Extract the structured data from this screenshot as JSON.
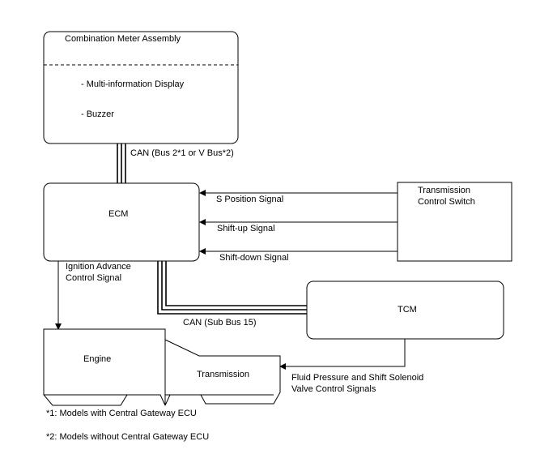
{
  "meter": {
    "title": "Combination Meter Assembly",
    "item1": "- Multi-information Display",
    "item2": "- Buzzer"
  },
  "can_main_label": "CAN (Bus 2*1 or V Bus*2)",
  "ecm_label": "ECM",
  "tcs": {
    "line1": "Transmission",
    "line2": "Control Switch"
  },
  "signals": {
    "s_position": "S Position Signal",
    "shift_up": "Shift-up Signal",
    "shift_down": "Shift-down Signal",
    "ignition_line1": "Ignition Advance",
    "ignition_line2": "Control Signal",
    "fluid_line1": "Fluid Pressure and Shift Solenoid",
    "fluid_line2": "Valve Control Signals"
  },
  "tcm_label": "TCM",
  "can_sub_label": "CAN (Sub Bus 15)",
  "engine_label": "Engine",
  "transmission_label": "Transmission",
  "notes": {
    "note1": "*1: Models with Central Gateway ECU",
    "note2": "*2: Models without Central Gateway ECU"
  }
}
